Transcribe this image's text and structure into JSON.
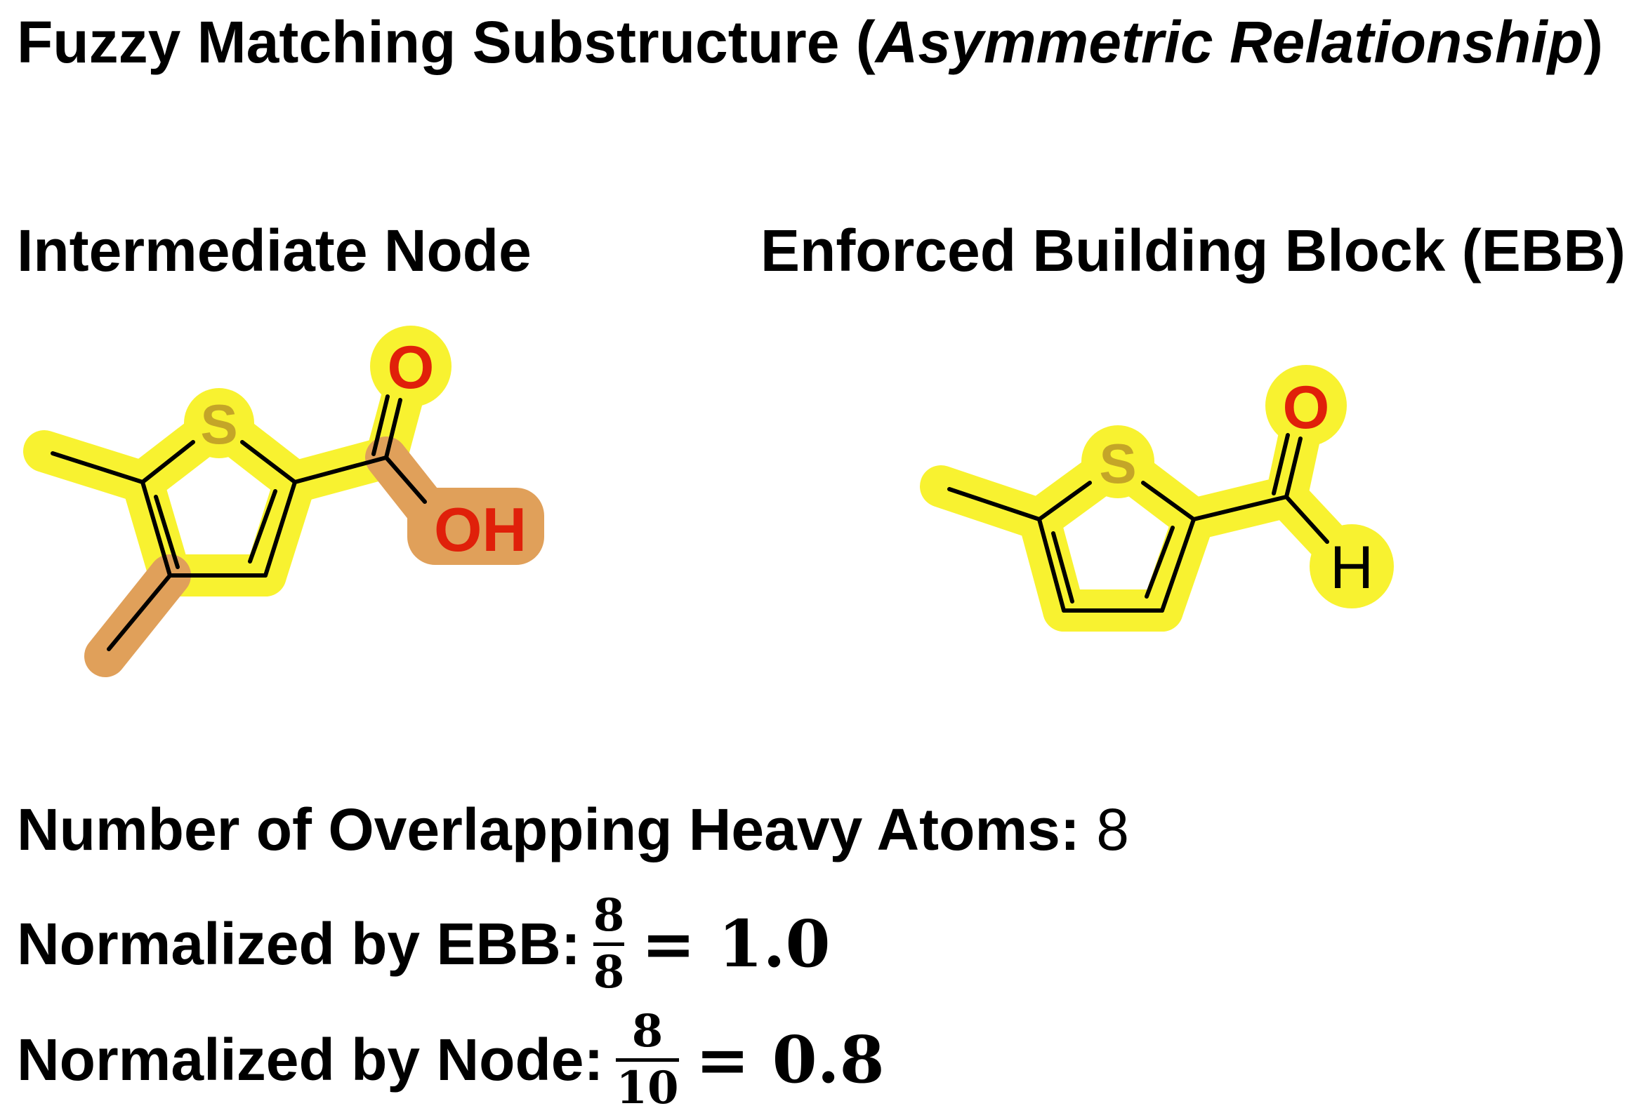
{
  "title": {
    "main": "Fuzzy Matching Substructure (",
    "italic": "Asymmetric Relationship",
    "close": ")"
  },
  "labels": {
    "node": "Intermediate Node",
    "ebb": "Enforced Building Block (EBB)"
  },
  "atoms": {
    "node": {
      "sulfur": "S",
      "carbonyl_oxygen": "O",
      "hydroxyl": "OH"
    },
    "ebb": {
      "sulfur": "S",
      "carbonyl_oxygen": "O",
      "hydrogen": "H"
    }
  },
  "colors": {
    "match_highlight": "#f8f230",
    "unmatched_highlight": "#e0a05a",
    "sulfur": "#c4a528",
    "oxygen": "#e0200a",
    "bond": "#000000"
  },
  "stats": {
    "overlap_label": "Number of Overlapping Heavy Atoms: ",
    "overlap_value": "8",
    "ebb_label": "Normalized by EBB:",
    "ebb_num": "8",
    "ebb_den": "8",
    "ebb_result": "= 1.0",
    "node_label": "Normalized by Node:",
    "node_num": "8",
    "node_den": "10",
    "node_result": "= 0.8"
  }
}
